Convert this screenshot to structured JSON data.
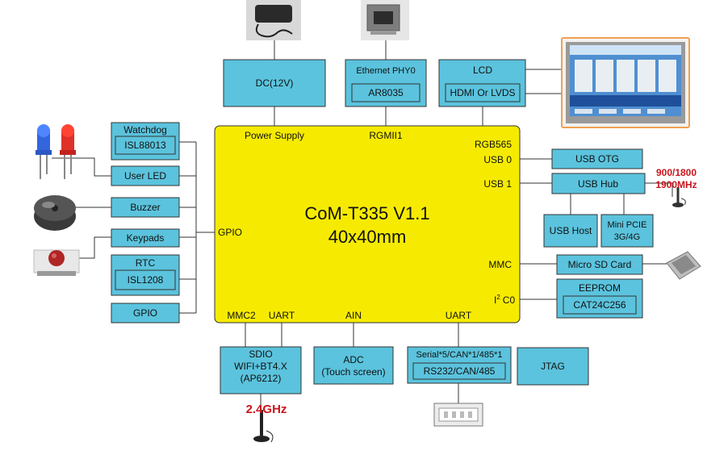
{
  "core": {
    "title": "CoM-T335 V1.1",
    "size": "40x40mm",
    "pin_power": "Power Supply",
    "pin_rgmii": "RGMII1",
    "pin_rgb": "RGB565",
    "pin_usb0": "USB 0",
    "pin_usb1": "USB 1",
    "pin_gpio": "GPIO",
    "pin_mmc": "MMC",
    "pin_i2c_i": "I",
    "pin_i2c_sup": "2",
    "pin_i2c_rest": "C0",
    "pin_mmc2": "MMC2",
    "pin_uart1": "UART",
    "pin_ain": "AIN",
    "pin_uart2": "UART"
  },
  "blocks": {
    "dc": "DC(12V)",
    "eth_title": "Ethernet PHY0",
    "eth_chip": "AR8035",
    "lcd_title": "LCD",
    "lcd_sub": "HDMI Or LVDS",
    "usb_otg": "USB OTG",
    "usb_hub": "USB Hub",
    "usb_host": "USB Host",
    "mini_pcie_1": "Mini PCIE",
    "mini_pcie_2": "3G/4G",
    "microsd": "Micro SD Card",
    "eeprom_title": "EEPROM",
    "eeprom_chip": "CAT24C256",
    "watchdog_title": "Watchdog",
    "watchdog_chip": "ISL88013",
    "user_led": "User LED",
    "buzzer": "Buzzer",
    "keypads": "Keypads",
    "rtc_title": "RTC",
    "rtc_chip": "ISL1208",
    "gpio": "GPIO",
    "sdio_1": "SDIO",
    "sdio_2": "WIFI+BT4.X",
    "sdio_3": "(AP6212)",
    "adc_1": "ADC",
    "adc_2": "(Touch screen)",
    "serial_title": "Serial*5/CAN*1/485*1",
    "serial_sub": "RS232/CAN/485",
    "jtag": "JTAG"
  },
  "annotations": {
    "freq_1": "900/1800",
    "freq_2": "1900MHz",
    "wifi_freq": "2.4GHz"
  },
  "colors": {
    "block_fill": "#5bc3dd",
    "core_fill": "#f6eb00",
    "annotation_red": "#c8151c"
  }
}
